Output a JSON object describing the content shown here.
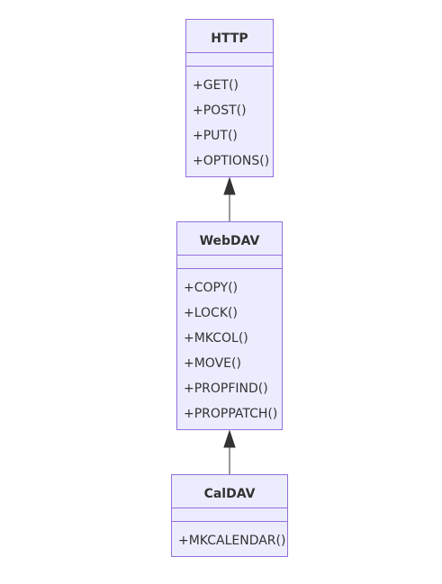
{
  "diagram": {
    "classes": [
      {
        "name": "HTTP",
        "attributes": [],
        "methods": [
          "+GET()",
          "+POST()",
          "+PUT()",
          "+OPTIONS()"
        ]
      },
      {
        "name": "WebDAV",
        "attributes": [],
        "methods": [
          "+COPY()",
          "+LOCK()",
          "+MKCOL()",
          "+MOVE()",
          "+PROPFIND()",
          "+PROPPATCH()"
        ]
      },
      {
        "name": "CalDAV",
        "attributes": [],
        "methods": [
          "+MKCALENDAR()"
        ]
      }
    ],
    "relations": [
      {
        "type": "inheritance",
        "parent": "HTTP",
        "child": "WebDAV"
      },
      {
        "type": "inheritance",
        "parent": "WebDAV",
        "child": "CalDAV"
      }
    ],
    "colors": {
      "box_fill": "#ececff",
      "box_stroke": "#9370db",
      "text": "#333333",
      "edge": "#333333"
    }
  }
}
